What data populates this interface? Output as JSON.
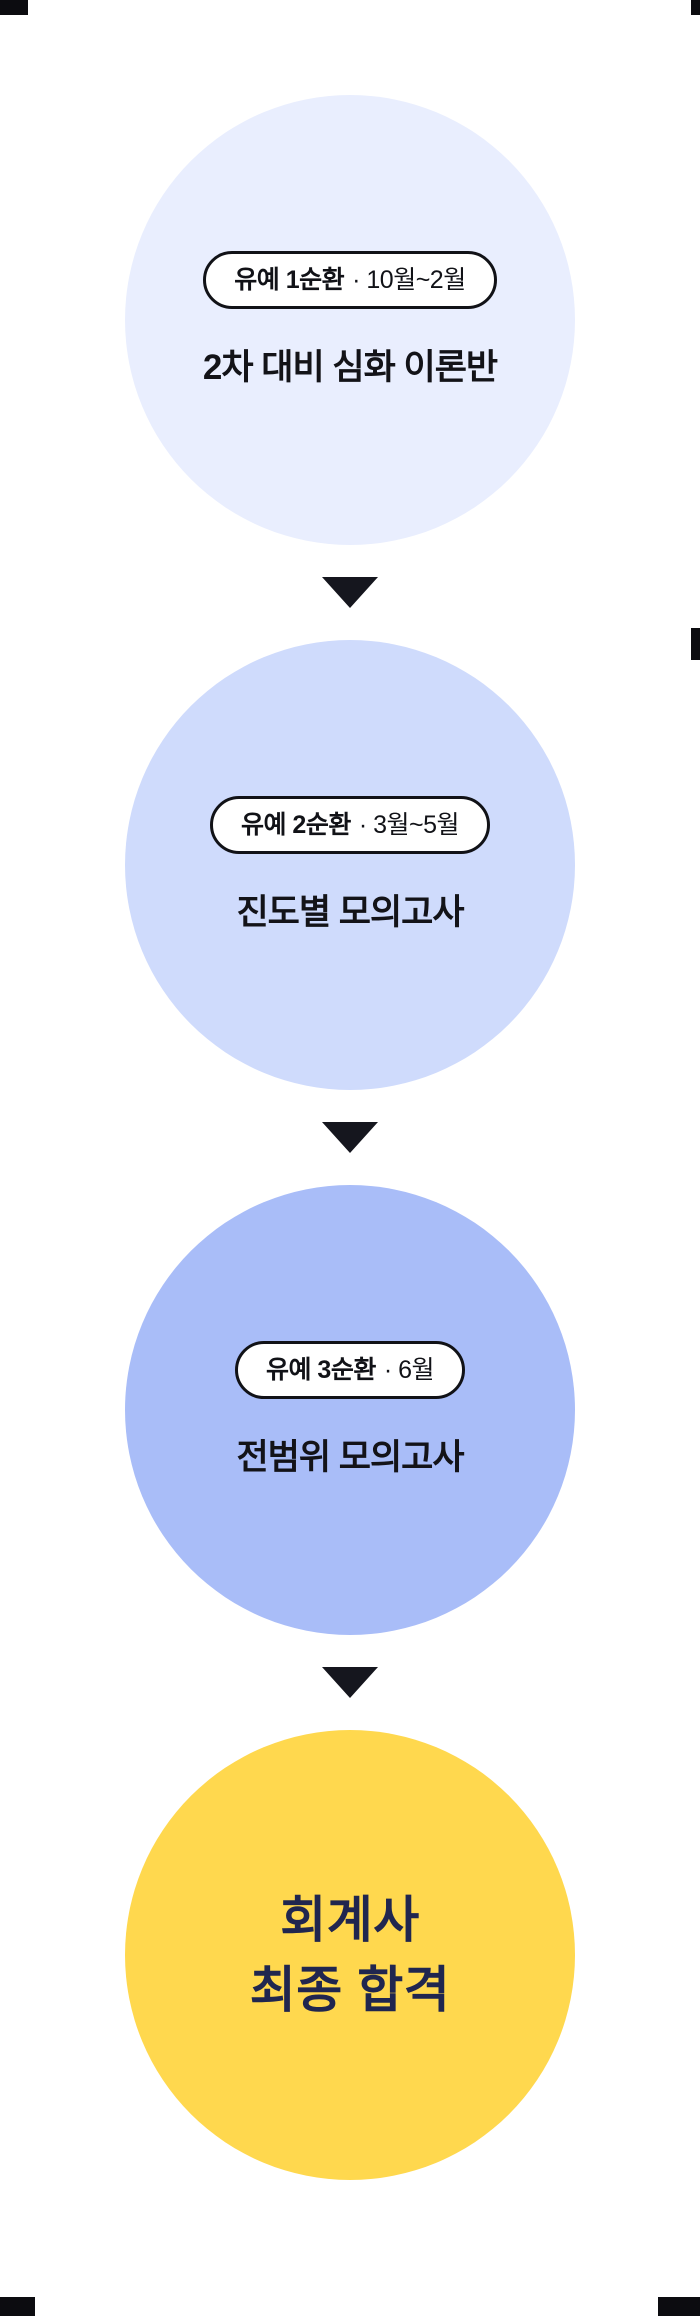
{
  "flow": {
    "steps": [
      {
        "badge_strong": "유예 1순환",
        "badge_period": "· 10월~2월",
        "title": "2차 대비 심화 이론반",
        "circle_color": "#E9EEFE"
      },
      {
        "badge_strong": "유예 2순환",
        "badge_period": "· 3월~5월",
        "title": "진도별 모의고사",
        "circle_color": "#CFDBFC"
      },
      {
        "badge_strong": "유예 3순환",
        "badge_period": "· 6월",
        "title": "전범위 모의고사",
        "circle_color": "#A9BDF8"
      }
    ],
    "final": {
      "line1": "회계사",
      "line2": "최종 합격",
      "circle_color": "#FFD84E",
      "text_color": "#20264F"
    },
    "colors": {
      "arrow": "#15161E",
      "badge_border": "#111217",
      "badge_background": "#FFFFFF",
      "title_text": "#131318",
      "page_background": "#FFFFFF"
    }
  }
}
